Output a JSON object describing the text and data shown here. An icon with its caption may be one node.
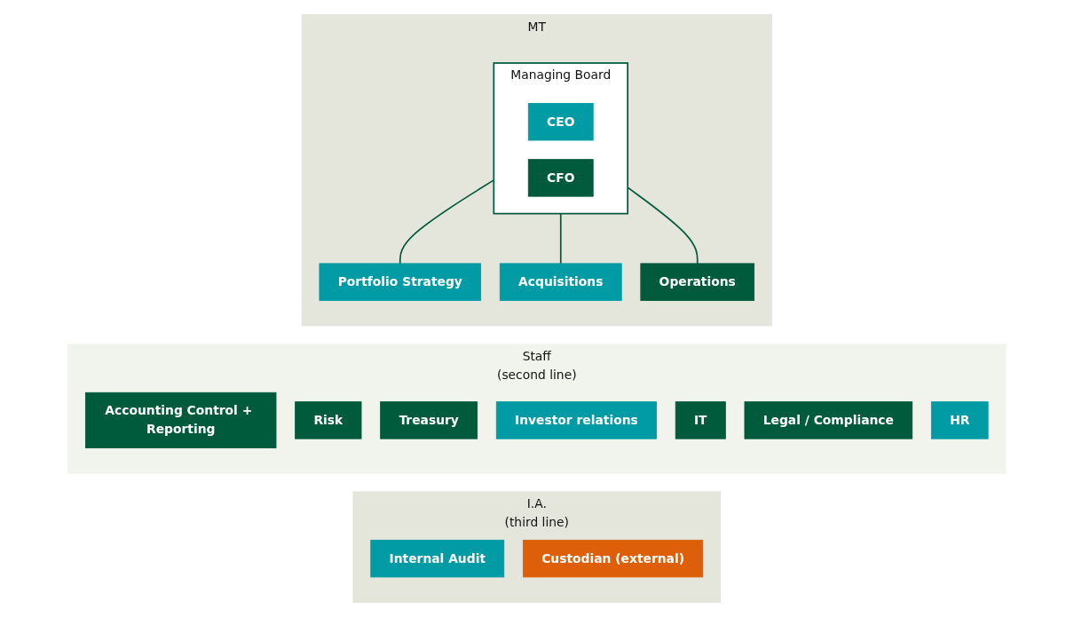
{
  "diagram": {
    "nodes": [
      {
        "text": [
          "MT"
        ]
      },
      {
        "text": [
          "Managing Board"
        ],
        "in": 0
      },
      {
        "text": [
          "CEO"
        ],
        "in": 1
      },
      {
        "text": [
          "CFO"
        ],
        "in": 1
      },
      {
        "text": [
          "Portfolio Strategy"
        ],
        "in": 0
      },
      {
        "text": [
          "Acquisitions"
        ],
        "in": 0
      },
      {
        "text": [
          "Operations"
        ],
        "in": 0
      },
      {
        "text": [
          "Staff",
          "(second line)"
        ]
      },
      {
        "text": [
          "Accounting Control + Reporting"
        ],
        "in": 7
      },
      {
        "text": [
          "Risk"
        ],
        "in": 7
      },
      {
        "text": [
          "Treasury"
        ],
        "in": 7
      },
      {
        "text": [
          "Investor relations"
        ],
        "in": 7
      },
      {
        "text": [
          "IT"
        ],
        "in": 7
      },
      {
        "text": [
          "Legal / Compliance"
        ],
        "in": 7
      },
      {
        "text": [
          "HR"
        ],
        "in": 7
      },
      {
        "text": [
          "I.A.",
          "(third line)"
        ]
      },
      {
        "text": [
          "Internal Audit"
        ],
        "in": 15
      },
      {
        "text": [
          "Custodian (external)"
        ],
        "in": 15
      }
    ],
    "edges": [
      {
        "from": 1,
        "to": 4,
        "arrow": "none"
      },
      {
        "from": 1,
        "to": 5,
        "arrow": "none"
      },
      {
        "from": 1,
        "to": 6,
        "arrow": "none"
      }
    ]
  }
}
